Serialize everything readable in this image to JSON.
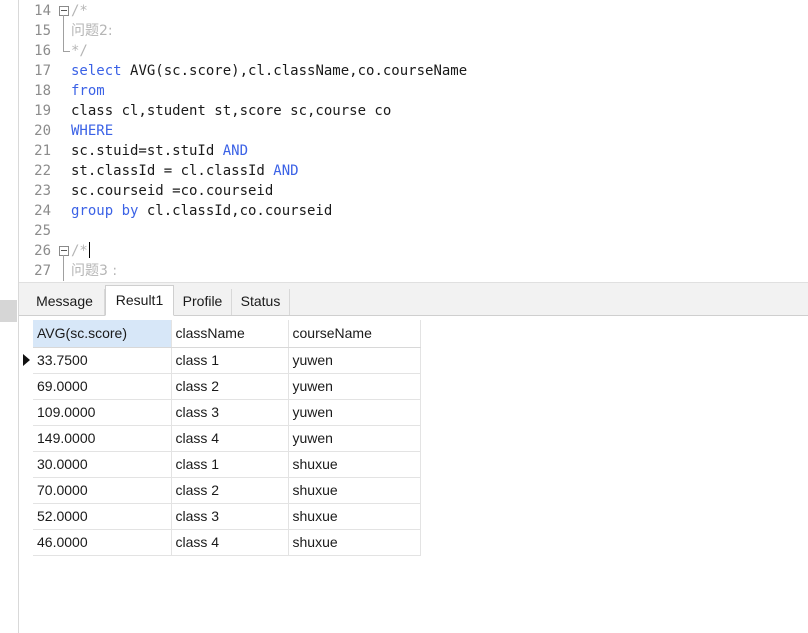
{
  "editor": {
    "lines": [
      {
        "num": "14",
        "fold": "open",
        "parts": [
          {
            "c": "cm",
            "t": "/*"
          }
        ]
      },
      {
        "num": "15",
        "fold": "mid",
        "parts": [
          {
            "c": "cm-zh",
            "t": "问题2:"
          }
        ]
      },
      {
        "num": "16",
        "fold": "end",
        "parts": [
          {
            "c": "cm",
            "t": "*/"
          }
        ]
      },
      {
        "num": "17",
        "fold": "",
        "parts": [
          {
            "c": "kw",
            "t": "select "
          },
          {
            "c": "tx",
            "t": "AVG(sc.score),cl.className,co.courseName"
          }
        ]
      },
      {
        "num": "18",
        "fold": "",
        "parts": [
          {
            "c": "kw",
            "t": "from"
          }
        ]
      },
      {
        "num": "19",
        "fold": "",
        "parts": [
          {
            "c": "tx",
            "t": "class cl,student st,score sc,course co"
          }
        ]
      },
      {
        "num": "20",
        "fold": "",
        "parts": [
          {
            "c": "kw",
            "t": "WHERE"
          }
        ]
      },
      {
        "num": "21",
        "fold": "",
        "parts": [
          {
            "c": "tx",
            "t": "sc.stuid=st.stuId "
          },
          {
            "c": "kw",
            "t": "AND"
          }
        ]
      },
      {
        "num": "22",
        "fold": "",
        "parts": [
          {
            "c": "tx",
            "t": "st.classId = cl.classId "
          },
          {
            "c": "kw",
            "t": "AND"
          }
        ]
      },
      {
        "num": "23",
        "fold": "",
        "parts": [
          {
            "c": "tx",
            "t": "sc.courseid =co.courseid"
          }
        ]
      },
      {
        "num": "24",
        "fold": "",
        "parts": [
          {
            "c": "kw",
            "t": "group by "
          },
          {
            "c": "tx",
            "t": "cl.classId,co.courseid"
          }
        ]
      },
      {
        "num": "25",
        "fold": "",
        "parts": []
      },
      {
        "num": "26",
        "fold": "open",
        "caret": true,
        "parts": [
          {
            "c": "cm",
            "t": "/*"
          }
        ]
      },
      {
        "num": "27",
        "fold": "mid",
        "parts": [
          {
            "c": "cm-zh",
            "t": "问题3 :"
          }
        ]
      }
    ]
  },
  "tabs": [
    {
      "id": "message",
      "label": "Message",
      "active": false
    },
    {
      "id": "result1",
      "label": "Result1",
      "active": true
    },
    {
      "id": "profile",
      "label": "Profile",
      "active": false
    },
    {
      "id": "status",
      "label": "Status",
      "active": false
    }
  ],
  "result": {
    "columns": [
      "AVG(sc.score)",
      "className",
      "courseName"
    ],
    "rows": [
      [
        "33.7500",
        "class 1",
        "yuwen"
      ],
      [
        "69.0000",
        "class 2",
        "yuwen"
      ],
      [
        "109.0000",
        "class 3",
        "yuwen"
      ],
      [
        "149.0000",
        "class 4",
        "yuwen"
      ],
      [
        "30.0000",
        "class 1",
        "shuxue"
      ],
      [
        "70.0000",
        "class 2",
        "shuxue"
      ],
      [
        "52.0000",
        "class 3",
        "shuxue"
      ],
      [
        "46.0000",
        "class 4",
        "shuxue"
      ]
    ],
    "current_row": 0
  },
  "colors": {
    "keyword": "#3b62e6",
    "comment": "#b5b5b5",
    "selected_header": "#d7e7f8"
  }
}
